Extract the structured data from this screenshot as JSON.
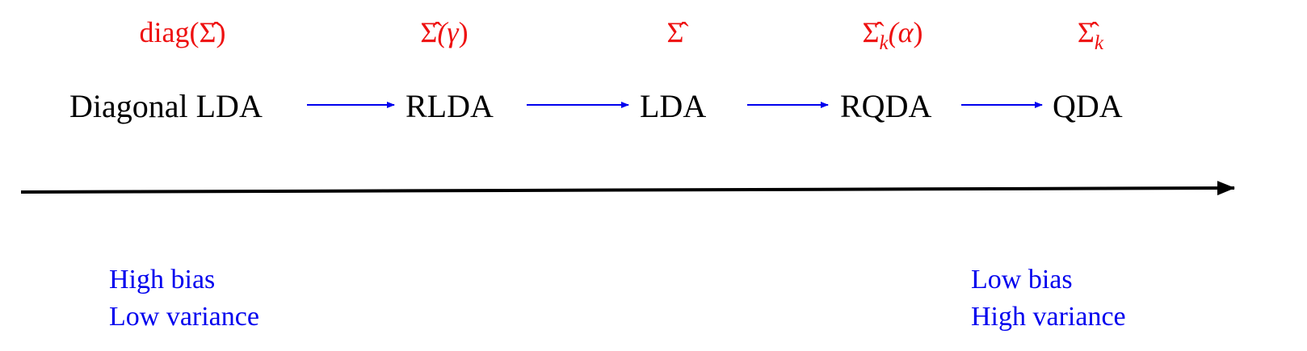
{
  "colors": {
    "estimator": "#ee1111",
    "method": "#000000",
    "arrow": "#0000ee",
    "axis": "#000000",
    "corner": "#0000ee"
  },
  "estimators": [
    {
      "base": "diag(",
      "sym": "Σ̂",
      "tail": ")",
      "sub": "",
      "arg": ""
    },
    {
      "base": "",
      "sym": "Σ̂",
      "tail": ")",
      "sub": "",
      "arg": "(γ"
    },
    {
      "base": "",
      "sym": "Σ̂",
      "tail": "",
      "sub": "",
      "arg": ""
    },
    {
      "base": "",
      "sym": "Σ̂",
      "tail": ")",
      "sub": "k",
      "arg": "(α"
    },
    {
      "base": "",
      "sym": "Σ̂",
      "tail": "",
      "sub": "k",
      "arg": ""
    }
  ],
  "methods": [
    "Diagonal LDA",
    "RLDA",
    "LDA",
    "RQDA",
    "QDA"
  ],
  "left_label": {
    "line1": "High bias",
    "line2": "Low variance"
  },
  "right_label": {
    "line1": "Low bias",
    "line2": "High variance"
  }
}
